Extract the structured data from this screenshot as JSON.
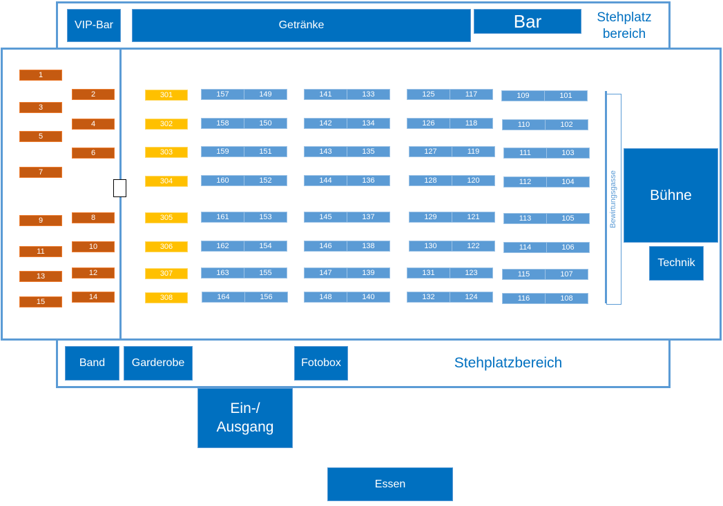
{
  "top_area": {
    "vip_bar": "VIP-Bar",
    "getraenke": "Getränke",
    "bar": "Bar",
    "stehplatz_line1": "Stehplatz",
    "stehplatz_line2": "bereich"
  },
  "main_area": {
    "buehne": "Bühne",
    "technik": "Technik",
    "bewirtungsgasse": "Bewirtungsgasse"
  },
  "bottom_area": {
    "band": "Band",
    "garderobe": "Garderobe",
    "fotobox": "Fotobox",
    "stehplatzbereich": "Stehplatzbereich"
  },
  "entrance": {
    "line1": "Ein-/",
    "line2": "Ausgang"
  },
  "food": {
    "label": "Essen"
  },
  "colors": {
    "frame": "#5B9BD5",
    "box": "#0070C0",
    "table_blue": "#5B9BD5",
    "table_orange": "#C55A11",
    "table_yellow": "#FFC000"
  },
  "orange_left": [
    "1",
    "3",
    "5",
    "7",
    "9",
    "11",
    "13",
    "15"
  ],
  "orange_right": [
    "2",
    "4",
    "6",
    "8",
    "10",
    "12",
    "14"
  ],
  "yellow": [
    "301",
    "302",
    "303",
    "304",
    "305",
    "306",
    "307",
    "308"
  ],
  "blue_pairs": [
    [
      [
        "157",
        "149"
      ],
      [
        "141",
        "133"
      ],
      [
        "125",
        "117"
      ],
      [
        "109",
        "101"
      ]
    ],
    [
      [
        "158",
        "150"
      ],
      [
        "142",
        "134"
      ],
      [
        "126",
        "118"
      ],
      [
        "110",
        "102"
      ]
    ],
    [
      [
        "159",
        "151"
      ],
      [
        "143",
        "135"
      ],
      [
        "127",
        "119"
      ],
      [
        "111",
        "103"
      ]
    ],
    [
      [
        "160",
        "152"
      ],
      [
        "144",
        "136"
      ],
      [
        "128",
        "120"
      ],
      [
        "112",
        "104"
      ]
    ],
    [
      [
        "161",
        "153"
      ],
      [
        "145",
        "137"
      ],
      [
        "129",
        "121"
      ],
      [
        "113",
        "105"
      ]
    ],
    [
      [
        "162",
        "154"
      ],
      [
        "146",
        "138"
      ],
      [
        "130",
        "122"
      ],
      [
        "114",
        "106"
      ]
    ],
    [
      [
        "163",
        "155"
      ],
      [
        "147",
        "139"
      ],
      [
        "131",
        "123"
      ],
      [
        "115",
        "107"
      ]
    ],
    [
      [
        "164",
        "156"
      ],
      [
        "148",
        "140"
      ],
      [
        "132",
        "124"
      ],
      [
        "116",
        "108"
      ]
    ]
  ]
}
